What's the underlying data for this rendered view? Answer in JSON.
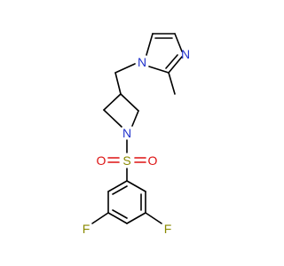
{
  "molecule": {
    "atoms": {
      "n_imidazole_1": "N",
      "n_imidazole_3": "N",
      "n_azetidine": "N",
      "sulfur": "S",
      "oxygen_left": "O",
      "oxygen_right": "O",
      "fluorine_left": "F",
      "fluorine_right": "F"
    },
    "colors": {
      "carbon_bond": "#000000",
      "nitrogen": "#2233cc",
      "oxygen": "#dd1111",
      "sulfur": "#8a8a00",
      "fluorine": "#8a8a00"
    }
  }
}
